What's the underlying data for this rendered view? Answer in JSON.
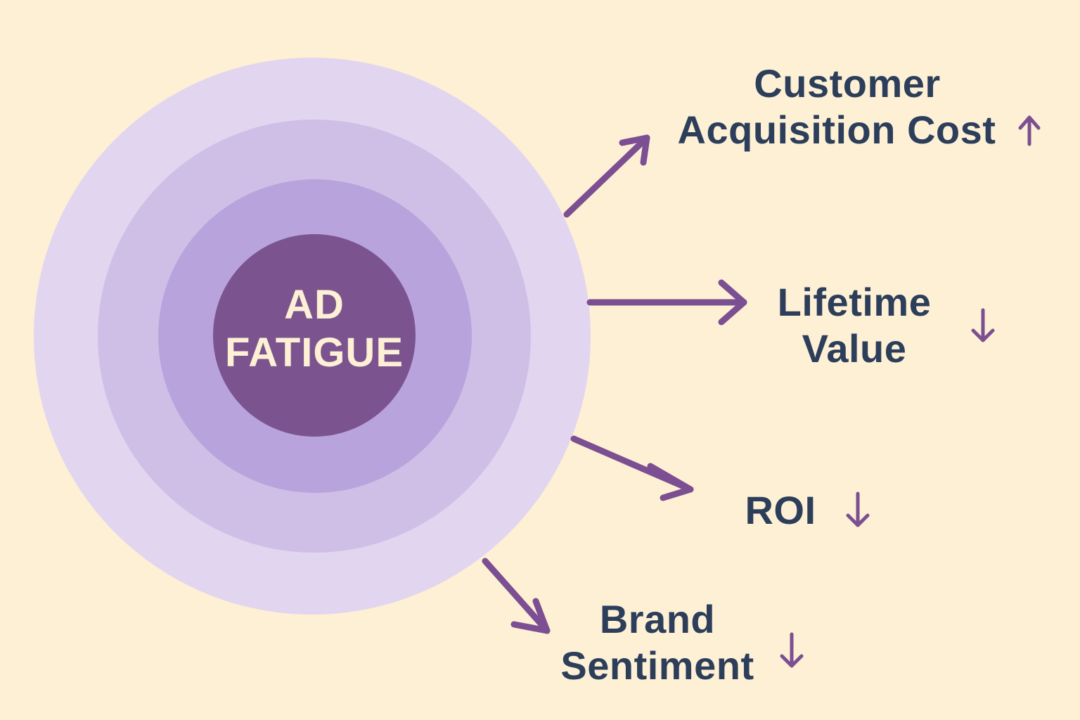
{
  "center": {
    "line1": "AD",
    "line2": "FATIGUE"
  },
  "effects": [
    {
      "id": "cac",
      "line1": "Customer",
      "line2": "Acquisition Cost",
      "trend": "up",
      "trend_icon": "arrow-up-icon"
    },
    {
      "id": "ltv",
      "line1": "Lifetime",
      "line2": "Value",
      "trend": "down",
      "trend_icon": "arrow-down-icon"
    },
    {
      "id": "roi",
      "line1": "ROI",
      "line2": "",
      "trend": "down",
      "trend_icon": "arrow-down-icon"
    },
    {
      "id": "brand",
      "line1": "Brand",
      "line2": "Sentiment",
      "trend": "down",
      "trend_icon": "arrow-down-icon"
    }
  ],
  "colors": {
    "background": "#fdf0d5",
    "ring_outer": "#e2d5ef",
    "ring_2": "#cfbfe7",
    "ring_3": "#b8a3dc",
    "core": "#7b548f",
    "arrow": "#7b4f92",
    "text": "#2c3e5a",
    "center_text": "#fdf0d5"
  }
}
